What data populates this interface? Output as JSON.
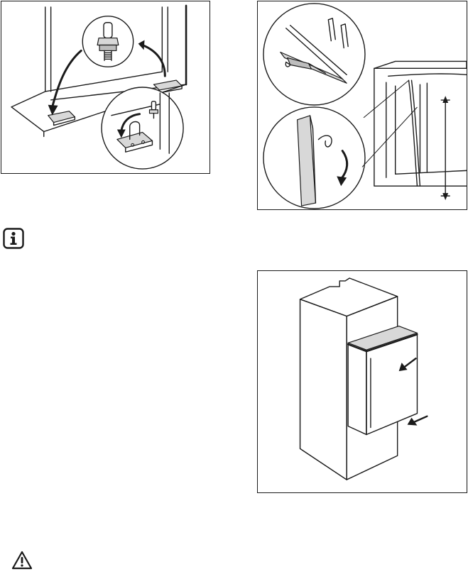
{
  "figures": [
    {
      "icon": "hinge-pin-swap-illustration"
    },
    {
      "icon": "seal-strip-cutting-illustration"
    },
    {
      "icon": "appliance-push-into-niche-illustration"
    }
  ],
  "info_icon": {
    "icon": "info-icon"
  },
  "warning_icon": {
    "icon": "warning-icon"
  }
}
